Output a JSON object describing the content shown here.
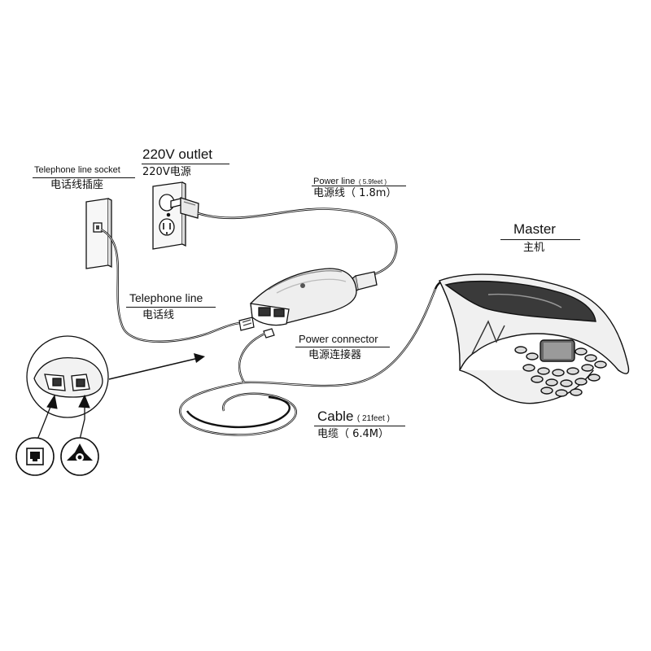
{
  "labels": {
    "outlet_en": "220V outlet",
    "outlet_zh": "220V电源",
    "socket_en": "Telephone line socket",
    "socket_zh": "电话线插座",
    "powerline_en": "Power line",
    "powerline_en_spec": "( 5.9feet )",
    "powerline_zh": "电源线（ 1.8m）",
    "master_en": "Master",
    "master_zh": "主机",
    "telline_en": "Telephone line",
    "telline_zh": "电话线",
    "powerconn_en": "Power connector",
    "powerconn_zh": "电源连接器",
    "cable_en": "Cable",
    "cable_en_spec": "( 21feet )",
    "cable_zh": "电缆（ 6.4M）"
  },
  "icons": [
    "wall-outlet-icon",
    "telephone-socket-icon",
    "power-adapter-icon",
    "conference-phone-icon",
    "phone-jack-port-icon",
    "power-port-icon"
  ],
  "colors": {
    "line": "#111111",
    "background": "#ffffff"
  }
}
